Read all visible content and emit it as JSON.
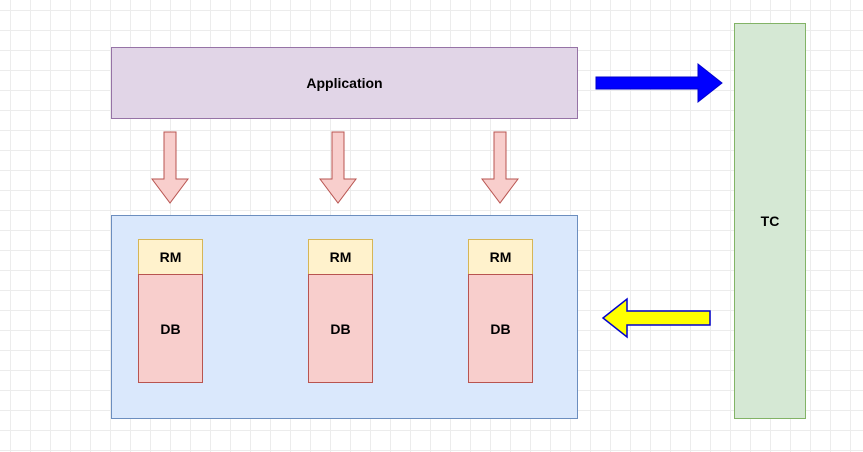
{
  "diagram": {
    "application_label": "Application",
    "tc_label": "TC",
    "resources": [
      {
        "rm_label": "RM",
        "db_label": "DB"
      },
      {
        "rm_label": "RM",
        "db_label": "DB"
      },
      {
        "rm_label": "RM",
        "db_label": "DB"
      }
    ]
  },
  "colors": {
    "application_fill": "#e1d5e7",
    "application_stroke": "#9673a6",
    "container_fill": "#dae8fc",
    "container_stroke": "#6c8ebf",
    "tc_fill": "#d5e8d4",
    "tc_stroke": "#82b366",
    "rm_fill": "#fff2cc",
    "db_fill": "#f8cecc",
    "down_arrow_fill": "#f8cecc",
    "request_arrow": "#0000ff",
    "response_arrow": "#ffff00"
  }
}
